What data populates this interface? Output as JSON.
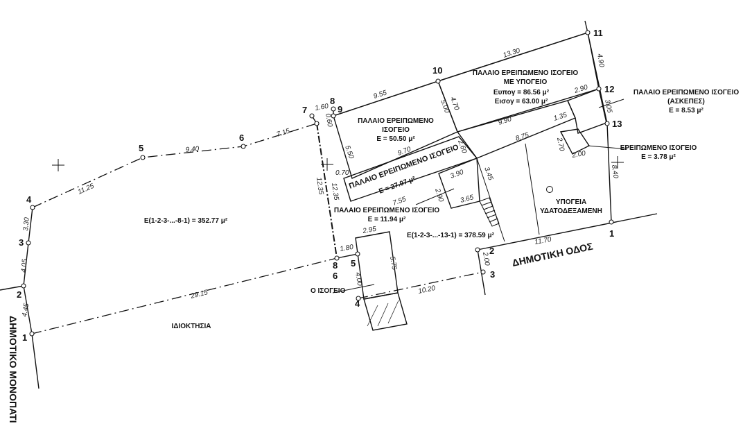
{
  "points_left": {
    "p1": "1",
    "p2": "2",
    "p3": "3",
    "p4": "4",
    "p5": "5",
    "p6": "6",
    "p7": "7",
    "p8": "8",
    "p8b": "8",
    "p6b": "6"
  },
  "points_right": {
    "p1": "1",
    "p2": "2",
    "p3": "3",
    "p4": "4",
    "p5": "5",
    "p8": "8",
    "p9": "9",
    "p10": "10",
    "p11": "11",
    "p12": "12",
    "p13": "13"
  },
  "dimensions": {
    "d_4_45": "4.45",
    "d_4_05": "4.05",
    "d_3_30": "3.30",
    "d_11_25": "11.25",
    "d_9_40": "9.40",
    "d_7_15": "7.15",
    "d_1_60": "1.60",
    "d_0_60": "0.60",
    "d_12_35a": "12.35",
    "d_12_35b": "12.35",
    "d_29_15": "29.15",
    "d_1_80": "1.80",
    "d_9_55": "9.55",
    "d_13_30": "13.30",
    "d_4_90": "4.90",
    "d_2_90": "2.90",
    "d_3_05": "3.05",
    "d_5_00": "5.00",
    "d_4_70": "4.70",
    "d_9_90": "9.90",
    "d_1_35": "1.35",
    "d_8_75": "8.75",
    "d_2_70": "2.70",
    "d_2_00a": "2.00",
    "d_5_50": "5.50",
    "d_9_70": "9.70",
    "d_2_60": "2.60",
    "d_0_70": "0.70",
    "d_7_55": "7.55",
    "d_3_90": "3.90",
    "d_2_90b": "2.90",
    "d_3_65": "3.65",
    "d_3_45": "3.45",
    "d_8_40": "8.40",
    "d_11_70": "11.70",
    "d_2_00b": "2.00",
    "d_10_20": "10.20",
    "d_2_95": "2.95",
    "d_5_75": "5.75",
    "d_4_00": "4.00"
  },
  "labels": {
    "area_left": "E(1-2-3-...-8-1) = 352.77 μ²",
    "area_right": "E(1-2-3-...-13-1) = 378.59 μ²",
    "owner": "ΙΔΙΟΚΤΗΣΙΑ",
    "footpath": "ΔΗΜΟΤΙΚΟ ΜΟΝΟΠΑΤΙ",
    "road": "ΔΗΜΟΤΙΚΗ ΟΔΟΣ",
    "b1_line1": "ΠΑΛΑΙΟ ΕΡΕΙΠΩΜΕΝΟ",
    "b1_line2": "ΙΣΟΓΕΙΟ",
    "b1_area": "E = 50.50 μ²",
    "b2_line1": "ΠΑΛΑΙΟ ΕΡΕΙΠΩΜΕΝΟ ΙΣΟΓΕΙΟ",
    "b2_line2": "ΜΕ ΥΠΟΓΕΙΟ",
    "b2_area1": "Eυπογ = 86.56 μ²",
    "b2_area2": "Eισογ = 63.00 μ²",
    "b3_line1": "ΠΑΛΑΙΟ ΕΡΕΙΠΩΜΕΝΟ ΙΣΟΓΕΙΟ",
    "b3_line2": "(ΑΣΚΕΠΕΣ)",
    "b3_area": "E = 8.53 μ²",
    "b4_line1": "ΕΡΕΙΠΩΜΕΝΟ ΙΣΟΓΕΙΟ",
    "b4_area": "E = 3.78 μ²",
    "b5_line1": "ΠΑΛΑΙΟ ΕΡΕΙΠΩΜΕΝΟ ΙΣΟΓΕΙΟ",
    "b5_area": "E = 27.07 μ²",
    "b6_line1": "ΠΑΛΑΙΟ ΕΡΕΙΠΩΜΕΝΟ ΙΣΟΓΕΙΟ",
    "b6_area": "E = 11.94 μ²",
    "tank_line1": "ΥΠΟΓΕΙΑ",
    "tank_line2": "ΥΔΑΤΟΔΕΞΑΜΕΝΗ",
    "neighbor": "Ο ΙΣΟΓΕΙΟ"
  }
}
